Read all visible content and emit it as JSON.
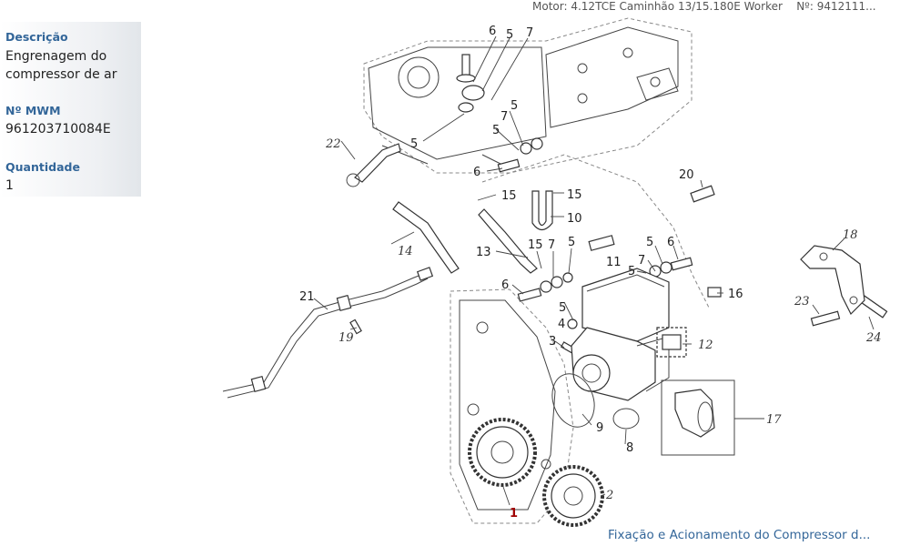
{
  "header": {
    "motor_label": "Motor:",
    "motor_value": "4.12TCE Caminhão 13/15.180E Worker",
    "number_label": "Nº:",
    "number_value": "9412111..."
  },
  "details": {
    "descricao_label": "Descrição",
    "descricao_value": "Engrenagem do compressor de ar",
    "mwm_label": "Nº MWM",
    "mwm_value": "961203710084E",
    "quantidade_label": "Quantidade",
    "quantidade_value": "1"
  },
  "diagram": {
    "highlighted_callout": "1",
    "callouts": [
      "6",
      "5",
      "7",
      "5",
      "7",
      "5",
      "5",
      "22",
      "6",
      "15",
      "15",
      "10",
      "20",
      "14",
      "13",
      "15",
      "7",
      "5",
      "11",
      "5",
      "6",
      "7",
      "5",
      "18",
      "21",
      "6",
      "5",
      "16",
      "23",
      "24",
      "19",
      "4",
      "3",
      "12",
      "17",
      "9",
      "8",
      "2"
    ]
  },
  "footer": {
    "link_text": "Fixação e Acionamento do Compressor d..."
  }
}
